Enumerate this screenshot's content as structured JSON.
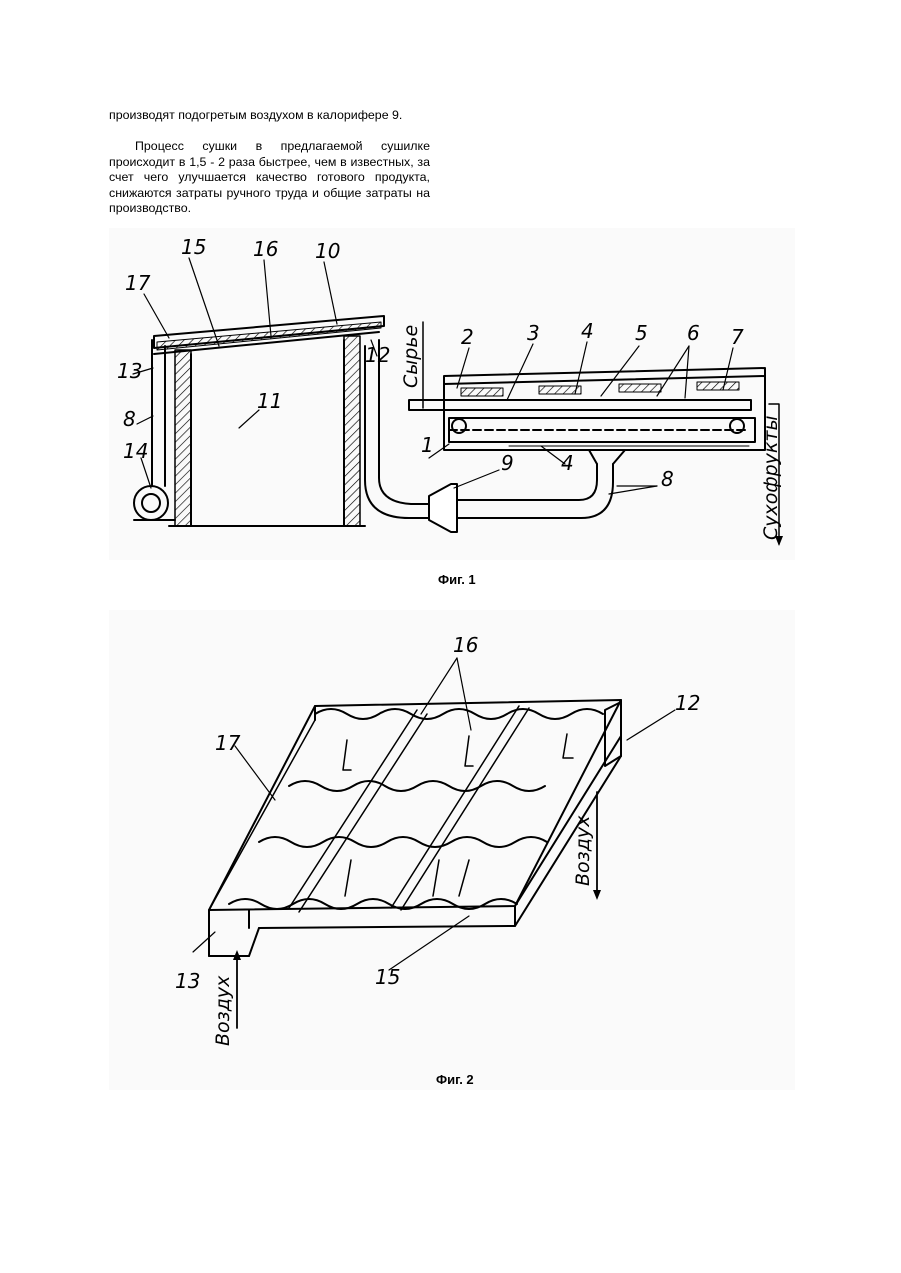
{
  "text": {
    "p1": "производят подогретым воздухом в калорифере 9.",
    "p2": "Процесс сушки в предлагаемой сушилке происходит в 1,5 - 2 раза быстрее, чем в известных, за счет чего улучшается качество готового продукта, снижаются затраты ручного труда и общие затраты на производство."
  },
  "figure1": {
    "caption": "Фиг. 1",
    "labels": {
      "l1": "1",
      "l2": "2",
      "l3": "3",
      "l4a": "4",
      "l4b": "4",
      "l5": "5",
      "l6": "6",
      "l7": "7",
      "l8a": "8",
      "l8b": "8",
      "l9": "9",
      "l10": "10",
      "l11": "11",
      "l12": "12",
      "l13": "13",
      "l14": "14",
      "l15": "15",
      "l16": "16",
      "l17": "17"
    },
    "syrye": "Сырье",
    "sukhofrukty": "Сухофрукты"
  },
  "figure2": {
    "caption": "Фиг. 2",
    "labels": {
      "l12": "12",
      "l13": "13",
      "l15": "15",
      "l16": "16",
      "l17": "17"
    },
    "vozdukh_right": "Воздух",
    "vozdukh_left": "Воздух"
  }
}
